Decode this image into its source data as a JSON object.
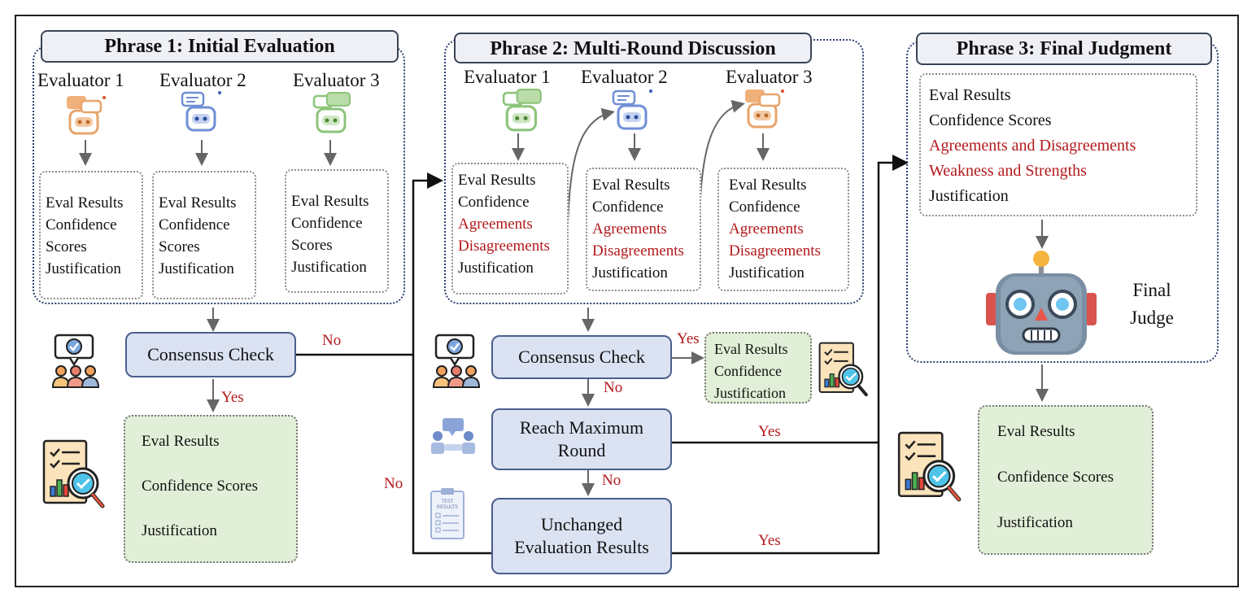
{
  "phase1": {
    "title": "Phrase 1: Initial Evaluation",
    "evaluators": [
      "Evaluator 1",
      "Evaluator 2",
      "Evaluator 3"
    ],
    "note_lines": [
      "Eval Results",
      "Confidence",
      "Scores",
      "Justification"
    ],
    "consensus": "Consensus Check",
    "yes_label": "Yes",
    "no_label": "No",
    "result_lines": [
      "Eval Results",
      "Confidence Scores",
      "Justification"
    ]
  },
  "phase2": {
    "title": "Phrase 2: Multi-Round Discussion",
    "evaluators": [
      "Evaluator 1",
      "Evaluator 2",
      "Evaluator 3"
    ],
    "note_lines": [
      "Eval Results",
      "Confidence",
      "Agreements",
      "Disagreements",
      "Justification"
    ],
    "consensus": "Consensus Check",
    "consensus_yes": "Yes",
    "consensus_no": "No",
    "small_result_lines": [
      "Eval Results",
      "Confidence",
      "Justification"
    ],
    "max_round": "Reach Maximum Round",
    "max_round_yes": "Yes",
    "max_round_no": "No",
    "unchanged": "Unchanged Evaluation Results",
    "unchanged_yes": "Yes",
    "loop_no": "No"
  },
  "phase3": {
    "title": "Phrase 3: Final Judgment",
    "summary_lines": [
      "Eval Results",
      "Confidence Scores",
      "Agreements and Disagreements",
      "Weakness and Strengths",
      "Justification"
    ],
    "judge_label": "Final Judge",
    "result_lines": [
      "Eval Results",
      "Confidence Scores",
      "Justification"
    ]
  },
  "colors": {
    "red": "#b3191c",
    "process_fill": "#dbe2f2",
    "result_fill": "#e2efd8",
    "bot_orange": "#e8a46a",
    "bot_blue": "#6f8fd6",
    "bot_green": "#8cc47a"
  },
  "icons": [
    "robot-icon",
    "team-consensus-icon",
    "report-magnifier-icon",
    "discussion-icon",
    "test-results-icon",
    "final-judge-robot-icon"
  ]
}
